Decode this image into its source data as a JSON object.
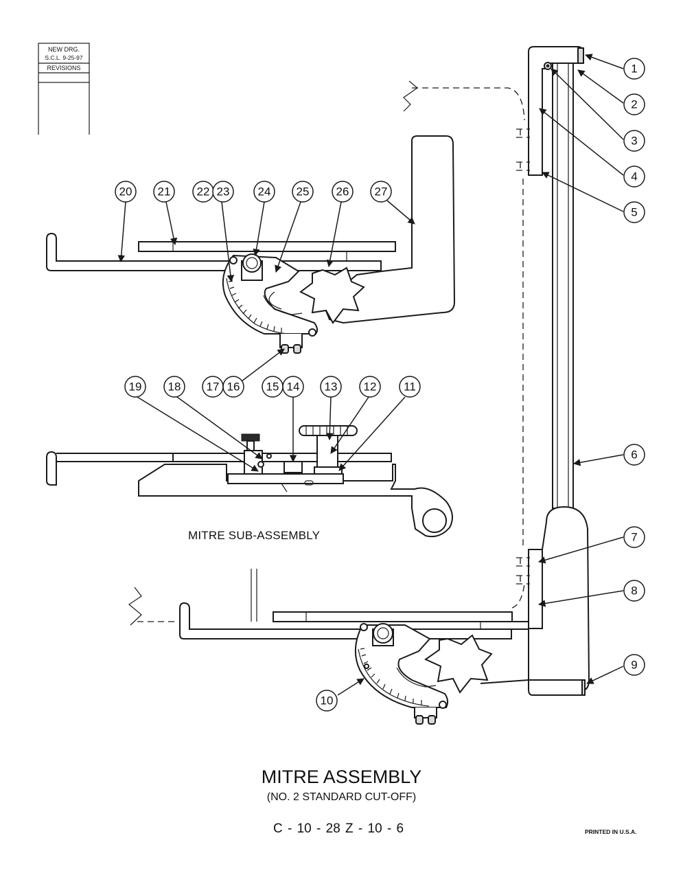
{
  "revisions_block": {
    "line1": "NEW DRG.",
    "line2": "S.C.L.  9-25-97",
    "header": "REVISIONS"
  },
  "callouts": [
    "1",
    "2",
    "3",
    "4",
    "5",
    "6",
    "7",
    "8",
    "9",
    "10",
    "11",
    "12",
    "13",
    "14",
    "15",
    "16",
    "17",
    "18",
    "19",
    "20",
    "21",
    "22",
    "23",
    "24",
    "25",
    "26",
    "27"
  ],
  "sub_assembly_label": "MITRE SUB-ASSEMBLY",
  "title": "MITRE ASSEMBLY",
  "subtitle": "(NO. 2 STANDARD CUT-OFF)",
  "drawing_numbers": "C - 10 - 28    Z - 10 - 6",
  "printed_note": "PRINTED IN U.S.A."
}
